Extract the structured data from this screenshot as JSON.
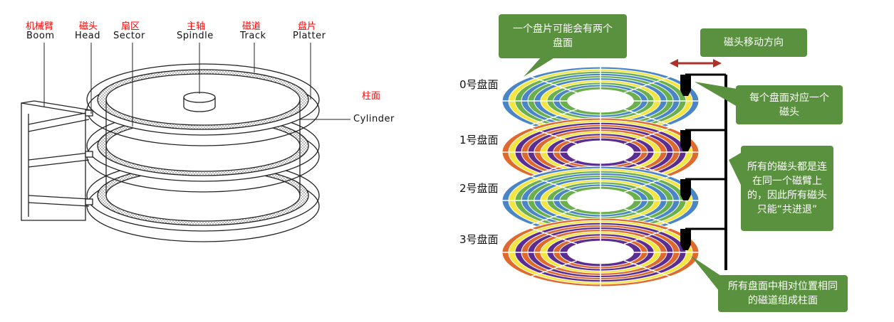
{
  "left_diagram": {
    "labels": [
      {
        "id": "boom",
        "cn": "机械臂",
        "en": "Boom"
      },
      {
        "id": "head",
        "cn": "磁头",
        "en": "Head"
      },
      {
        "id": "sector",
        "cn": "扇区",
        "en": "Sector"
      },
      {
        "id": "spindle",
        "cn": "主轴",
        "en": "Spindle"
      },
      {
        "id": "track",
        "cn": "磁道",
        "en": "Track"
      },
      {
        "id": "platter",
        "cn": "盘片",
        "en": "Platter"
      }
    ],
    "cylinder_cn": "柱面",
    "cylinder_en": "Cylinder"
  },
  "right_diagram": {
    "callouts": {
      "two_faces": "一个盘片可能会有两个盘面",
      "move_direction": "磁头移动方向",
      "one_head_per_face": "每个盘面对应一个磁头",
      "shared_arm": "所有的磁头都是连在同一个磁臂上的，因此所有磁头只能“共进退”",
      "cylinder_def": "所有盘面中相对位置相同的磁道组成柱面"
    },
    "platter_labels": [
      "0号盘面",
      "1号盘面",
      "2号盘面",
      "3号盘面"
    ],
    "colors": {
      "callout_green": "#5a913e",
      "arrow_red": "#b0302a",
      "ring_blue": "#4a86c7",
      "ring_yellow": "#f4e640",
      "ring_green": "#6ab04c",
      "ring_orange": "#e06a2e",
      "ring_purple": "#5b2d91"
    }
  }
}
